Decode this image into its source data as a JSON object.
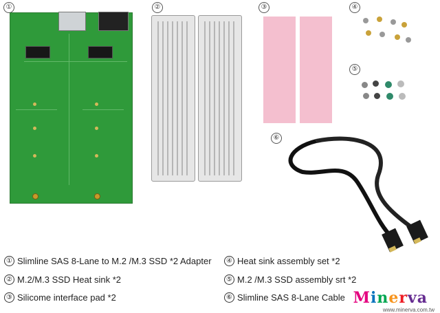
{
  "markers": [
    "①",
    "②",
    "③",
    "④",
    "⑤",
    "⑥"
  ],
  "legend": [
    {
      "num": "①",
      "text": "Slimline SAS 8-Lane to M.2 /M.3 SSD *2 Adapter"
    },
    {
      "num": "④",
      "text": "Heat sink assembly set *2"
    },
    {
      "num": "②",
      "text": "M.2/M.3 SSD Heat sink *2"
    },
    {
      "num": "⑤",
      "text": "M.2 /M.3 SSD assembly srt *2"
    },
    {
      "num": "③",
      "text": "Silicome interface pad *2"
    },
    {
      "num": "⑥",
      "text": "Slimline SAS 8-Lane Cable"
    }
  ],
  "logo": [
    "M",
    "i",
    "n",
    "e",
    "r",
    "va"
  ],
  "url": "www.minerva.com.tw",
  "colors": {
    "pcb": "#2f9a3a",
    "pad": "#f4bfcf",
    "heatsink": "#e6e6e6",
    "cable": "#111111"
  }
}
